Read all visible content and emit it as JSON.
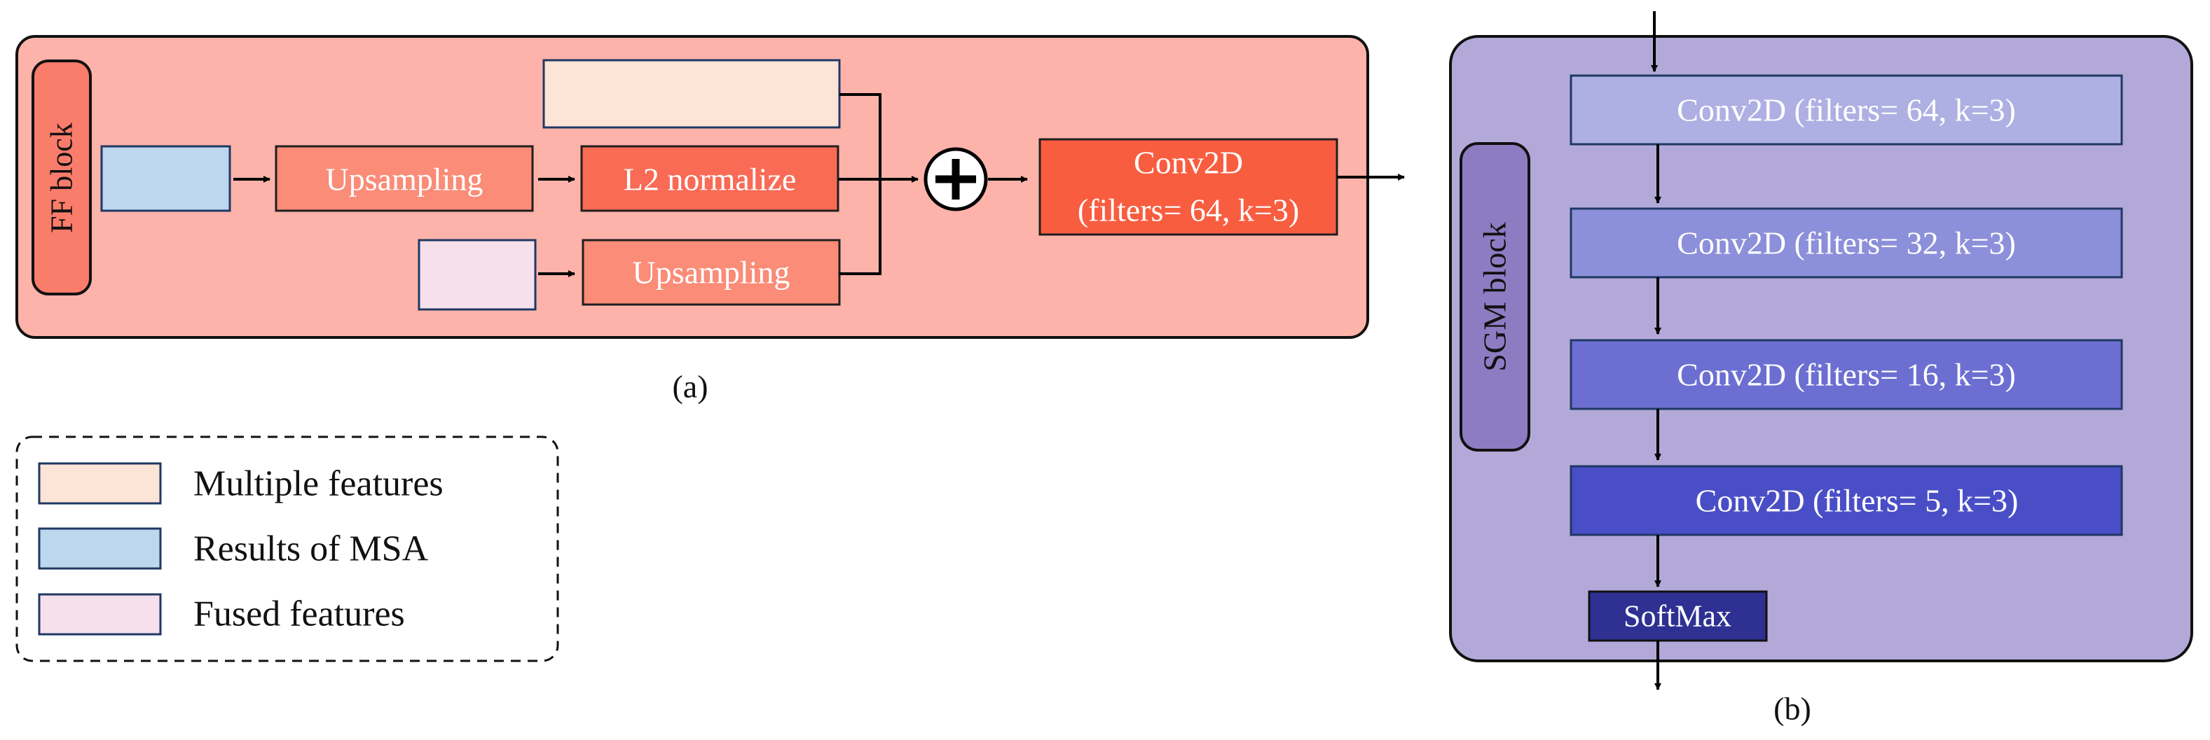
{
  "panel_a": {
    "block_label": "FF block",
    "upsampling_1": "Upsampling",
    "l2_normalize": "L2 normalize",
    "upsampling_2": "Upsampling",
    "conv_line1": "Conv2D",
    "conv_line2": "(filters= 64, k=3)",
    "caption": "(a)",
    "colors": {
      "panel_bg": "#FEB3AA",
      "block_label_bg": "#FA7C6A",
      "upsampling_bg": "#FA8C78",
      "l2_bg": "#F96B55",
      "conv_bg": "#F85D40",
      "multiple_features": "#FCE4D6",
      "results_msa": "#BDD7EE",
      "fused_features": "#F5E0EB"
    }
  },
  "legend": {
    "items": [
      {
        "label": "Multiple features",
        "color": "#FCE4D6"
      },
      {
        "label": "Results of MSA",
        "color": "#BDD7EE"
      },
      {
        "label": "Fused features",
        "color": "#F5E0EB"
      }
    ]
  },
  "panel_b": {
    "block_label": "SGM block",
    "layers": [
      {
        "label": "Conv2D (filters= 64, k=3)",
        "color": "#AEB0E3"
      },
      {
        "label": "Conv2D (filters= 32, k=3)",
        "color": "#8C8FD9"
      },
      {
        "label": "Conv2D (filters= 16, k=3)",
        "color": "#6C6FD1"
      },
      {
        "label": "Conv2D (filters= 5, k=3)",
        "color": "#4A4EC6"
      }
    ],
    "softmax": "SoftMax",
    "caption": "(b)",
    "colors": {
      "panel_bg": "#B3A9D9",
      "block_label_bg": "#8E7CC3",
      "softmax_bg": "#2E3192"
    }
  }
}
